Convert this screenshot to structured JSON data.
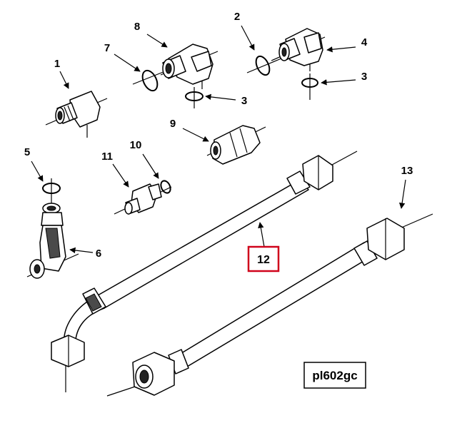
{
  "diagram": {
    "callouts": {
      "c1": "1",
      "c2": "2",
      "c3a": "3",
      "c3b": "3",
      "c4": "4",
      "c5": "5",
      "c6": "6",
      "c7": "7",
      "c8": "8",
      "c9": "9",
      "c10": "10",
      "c11": "11",
      "c12": "12",
      "c13": "13"
    },
    "highlighted_callout": "12",
    "highlight_color": "#d0021b",
    "reference_code": "pl602gc"
  }
}
